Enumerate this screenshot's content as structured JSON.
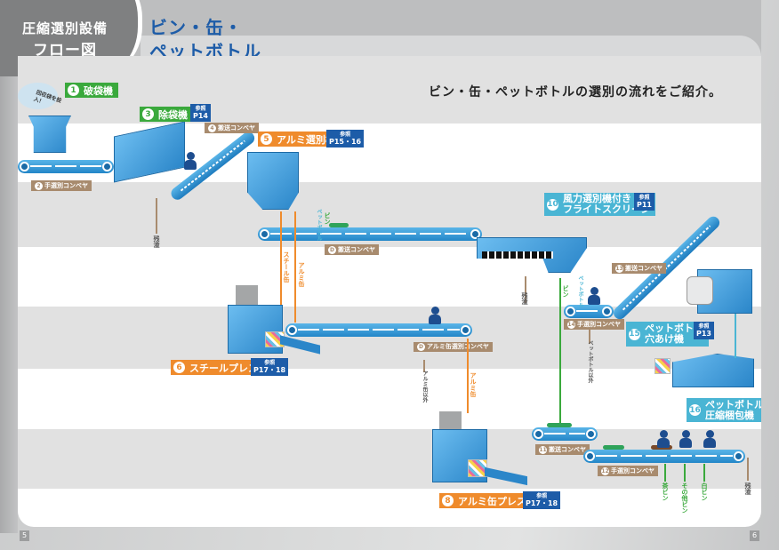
{
  "header": {
    "category_line1": "圧縮選別設備",
    "category_line2": "フロー図",
    "title_line1": "ビン・缶・",
    "title_line2": "ペットボトル"
  },
  "intro": "ビン・缶・ペットボトルの選別の流れをご紹介。",
  "colors": {
    "brand_blue": "#1d5ca8",
    "label_green": "#3aa93c",
    "label_orange": "#ef8b2c",
    "label_teal": "#4ab5d4",
    "tag_brown": "#a88b6e",
    "machine_blue": "#2b86c9"
  },
  "machines": [
    {
      "num": "1",
      "name": "破袋機",
      "color": "green"
    },
    {
      "num": "3",
      "name": "除袋機",
      "color": "green",
      "ref_label": "参照",
      "ref_page": "P14"
    },
    {
      "num": "5",
      "name": "アルミ選別機",
      "color": "orange",
      "ref_label": "参照",
      "ref_page": "P15・16"
    },
    {
      "num": "10",
      "name_line1": "風力選別機付き",
      "name_line2": "フライトスクリーン",
      "color": "teal",
      "ref_label": "参照",
      "ref_page": "P11"
    },
    {
      "num": "6",
      "name": "スチールプレス機",
      "color": "orange",
      "ref_label": "参照",
      "ref_page": "P17・18"
    },
    {
      "num": "15",
      "name_line1": "ペットボトル",
      "name_line2": "穴あけ機",
      "color": "teal",
      "ref_label": "参照",
      "ref_page": "P13"
    },
    {
      "num": "16",
      "name_line1": "ペットボトル",
      "name_line2": "圧縮梱包機",
      "color": "teal"
    },
    {
      "num": "8",
      "name": "アルミ缶プレス機",
      "color": "orange",
      "ref_label": "参照",
      "ref_page": "P17・18"
    }
  ],
  "conveyor_tags": [
    {
      "num": "2",
      "label": "手選別コンベヤ"
    },
    {
      "num": "4",
      "label": "搬送コンベヤ"
    },
    {
      "num": "D",
      "label": "搬送コンベヤ"
    },
    {
      "num": "13",
      "label": "搬送コンベヤ"
    },
    {
      "num": "14",
      "label": "手選別コンベヤ"
    },
    {
      "num": "D",
      "label": "アルミ缶選別コンベヤ"
    },
    {
      "num": "11",
      "label": "搬送コンベヤ"
    },
    {
      "num": "12",
      "label": "手選別コンベヤ"
    }
  ],
  "annotations": {
    "input": "回収袋を投入！",
    "residue1": "残渣",
    "residue2": "残渣",
    "residue3": "残渣",
    "steel_can": "スチール缶",
    "alumi_can": "アルミ缶",
    "alumi_can2": "アルミ缶",
    "alumi_other": "アルミ缶以外",
    "pet_other": "ペットボトル以外",
    "bin": "ビン",
    "bin_pet1": "ビン",
    "bin_pet2": "ペットボトル",
    "pet_label": "ペットボトル",
    "brown_bin": "茶ビン",
    "other_bin": "その他ビン",
    "white_bin": "白ビン"
  },
  "footer": {
    "left_page": "5",
    "right_page": "6"
  }
}
